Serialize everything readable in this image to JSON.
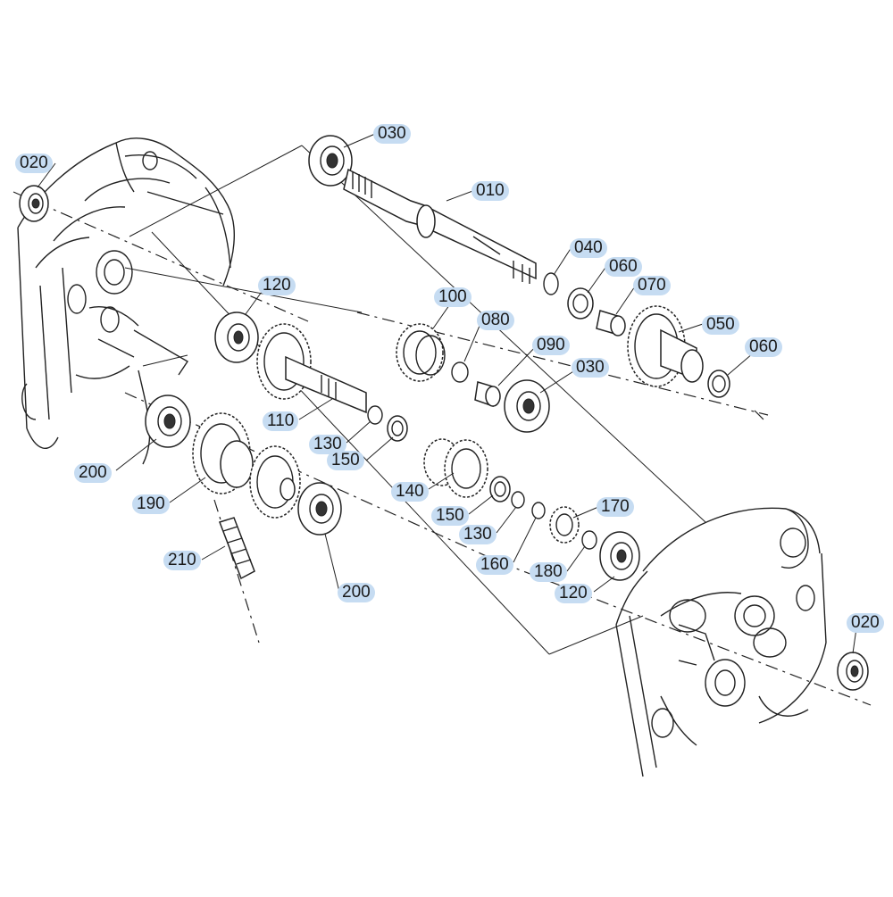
{
  "diagram": {
    "highlight_color": "#c6dcf2",
    "parts": [
      {
        "id": "p010",
        "label": "010",
        "highlighted": true
      },
      {
        "id": "p020a",
        "label": "020",
        "highlighted": true
      },
      {
        "id": "p020b",
        "label": "020",
        "highlighted": true
      },
      {
        "id": "p030a",
        "label": "030",
        "highlighted": true
      },
      {
        "id": "p030b",
        "label": "030",
        "highlighted": true
      },
      {
        "id": "p040",
        "label": "040",
        "highlighted": true
      },
      {
        "id": "p050",
        "label": "050",
        "highlighted": true
      },
      {
        "id": "p060a",
        "label": "060",
        "highlighted": true
      },
      {
        "id": "p060b",
        "label": "060",
        "highlighted": true
      },
      {
        "id": "p070",
        "label": "070",
        "highlighted": true
      },
      {
        "id": "p080",
        "label": "080",
        "highlighted": true
      },
      {
        "id": "p090",
        "label": "090",
        "highlighted": true
      },
      {
        "id": "p100",
        "label": "100",
        "highlighted": true
      },
      {
        "id": "p110",
        "label": "110",
        "highlighted": true
      },
      {
        "id": "p120a",
        "label": "120",
        "highlighted": true
      },
      {
        "id": "p120b",
        "label": "120",
        "highlighted": true
      },
      {
        "id": "p130a",
        "label": "130",
        "highlighted": true
      },
      {
        "id": "p130b",
        "label": "130",
        "highlighted": true
      },
      {
        "id": "p140",
        "label": "140",
        "highlighted": true
      },
      {
        "id": "p150a",
        "label": "150",
        "highlighted": true
      },
      {
        "id": "p150b",
        "label": "150",
        "highlighted": true
      },
      {
        "id": "p160",
        "label": "160",
        "highlighted": true
      },
      {
        "id": "p170",
        "label": "170",
        "highlighted": true
      },
      {
        "id": "p180",
        "label": "180",
        "highlighted": true
      },
      {
        "id": "p190",
        "label": "190",
        "highlighted": true
      },
      {
        "id": "p200a",
        "label": "200",
        "highlighted": true
      },
      {
        "id": "p200b",
        "label": "200",
        "highlighted": true
      },
      {
        "id": "p210",
        "label": "210",
        "highlighted": true
      }
    ]
  }
}
